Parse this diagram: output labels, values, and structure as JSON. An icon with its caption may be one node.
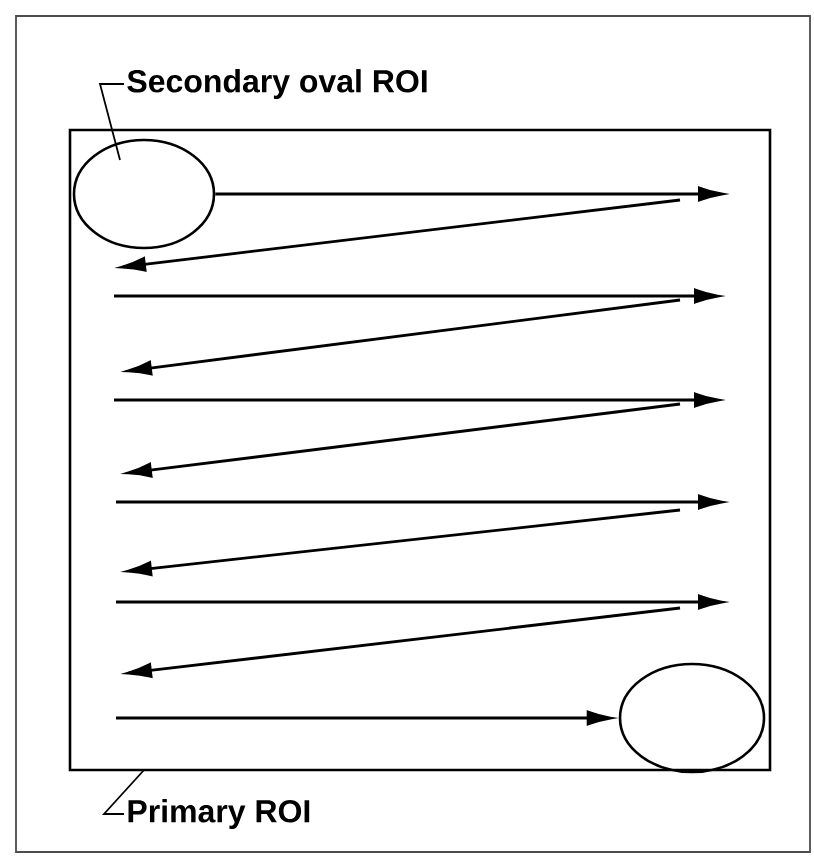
{
  "diagram": {
    "nodes": [
      {
        "text": [],
        "shape": "box"
      },
      {
        "text": [],
        "shape": "ellipse",
        "in": 0
      },
      {
        "text": [],
        "shape": "ellipse",
        "in": 0
      },
      {
        "text": [
          "Secondary oval ROI"
        ]
      },
      {
        "text": [
          "Primary ROI"
        ]
      }
    ],
    "edges": [
      {
        "from": 3,
        "to": 1,
        "arrow": "none"
      },
      {
        "from": 4,
        "to": 0,
        "arrow": "none"
      },
      {
        "from": 1,
        "to": null,
        "arrow": "to"
      },
      {
        "from": null,
        "to": 2,
        "arrow": "to"
      }
    ]
  }
}
